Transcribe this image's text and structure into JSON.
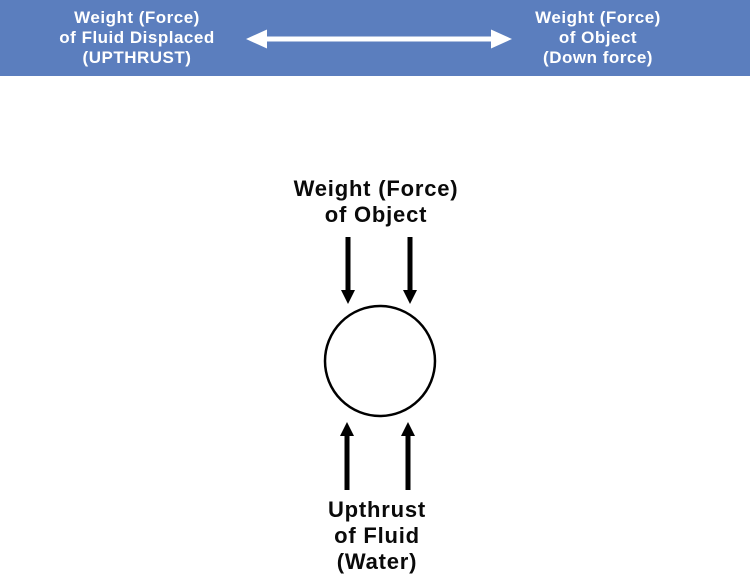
{
  "banner": {
    "bg_color": "#5B7EBE",
    "text_color": "#FFFFFF",
    "left_label": {
      "line1": "Weight (Force)",
      "line2": "of Fluid Displaced",
      "line3": "(UPTHRUST)"
    },
    "arrow_icon": "double-headed-arrow",
    "right_label": {
      "line1": "Weight (Force)",
      "line2": "of Object",
      "line3": "(Down force)"
    }
  },
  "diagram": {
    "ink_color": "#000000",
    "background_color": "#FFFFFF",
    "object_shape": "circle",
    "object_weight_label": {
      "line1": "Weight (Force)",
      "line2": "of Object"
    },
    "down_arrow_count": 2,
    "up_arrow_count": 2,
    "upthrust_label": {
      "line1": "Upthrust",
      "line2": "of Fluid",
      "line3": "(Water)"
    }
  }
}
